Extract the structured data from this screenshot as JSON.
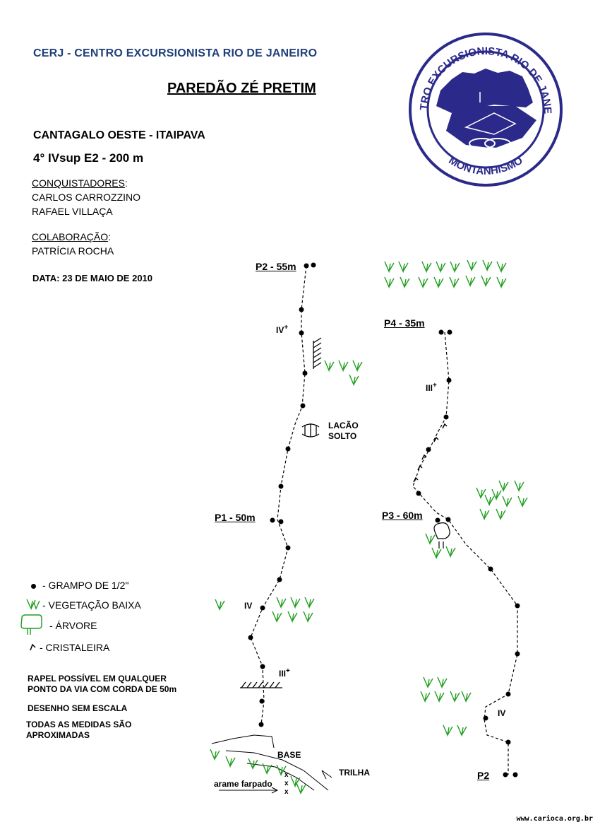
{
  "header": {
    "org": "CERJ - CENTRO EXCURSIONISTA RIO DE JANEIRO",
    "title": "PAREDÃO ZÉ PRETIM",
    "location": "CANTAGALO OESTE - ITAIPAVA",
    "grade": "4° IVsup E2 - 200 m"
  },
  "logo": {
    "ring_text": "CENTRO EXCURSIONISTA RIO DE JANEIRO",
    "bottom_text": "MONTANHISMO",
    "color": "#2b2a8a"
  },
  "credits": {
    "conquistadores_label": "CONQUISTADORES",
    "conquistadores": [
      "CARLOS CARROZZINO",
      "RAFAEL VILLAÇA"
    ],
    "colaboracao_label": "COLABORAÇÃO",
    "colaboracao": [
      "PATRÍCIA ROCHA"
    ],
    "date": "DATA: 23 DE MAIO DE 2010"
  },
  "topo": {
    "belays": {
      "p1": "P1 - 50m",
      "p2": "P2 - 55m",
      "p3": "P3 - 60m",
      "p4": "P4 - 35m",
      "p2_bottom": "P2"
    },
    "pitch_grades": {
      "iii_plus_low": "III",
      "iv_low": "IV",
      "iv_plus": "IV",
      "iii_plus_high": "III",
      "iv_right": "IV"
    },
    "plus": "+",
    "lacao": [
      "LACÃO",
      "SOLTO"
    ],
    "base": "BASE",
    "trilha": "TRILHA",
    "arame": "arame farpado",
    "x_mark": "x"
  },
  "legend": {
    "grampo": "- GRAMPO DE 1/2\"",
    "vegetacao": "- VEGETAÇÃO BAIXA",
    "arvore": "- ÁRVORE",
    "cristaleira": "- CRISTALEIRA"
  },
  "notes": {
    "rapel": [
      "RAPEL POSSÍVEL EM QUALQUER",
      "PONTO DA VIA COM CORDA DE 50m"
    ],
    "escala": "DESENHO SEM ESCALA",
    "medidas": [
      "TODAS AS MEDIDAS SÃO",
      "APROXIMADAS"
    ]
  },
  "footer": {
    "site": "www.carioca.org.br"
  },
  "colors": {
    "vegetation": "#1e9e1e",
    "route": "#000000",
    "logo": "#2b2a8a"
  }
}
